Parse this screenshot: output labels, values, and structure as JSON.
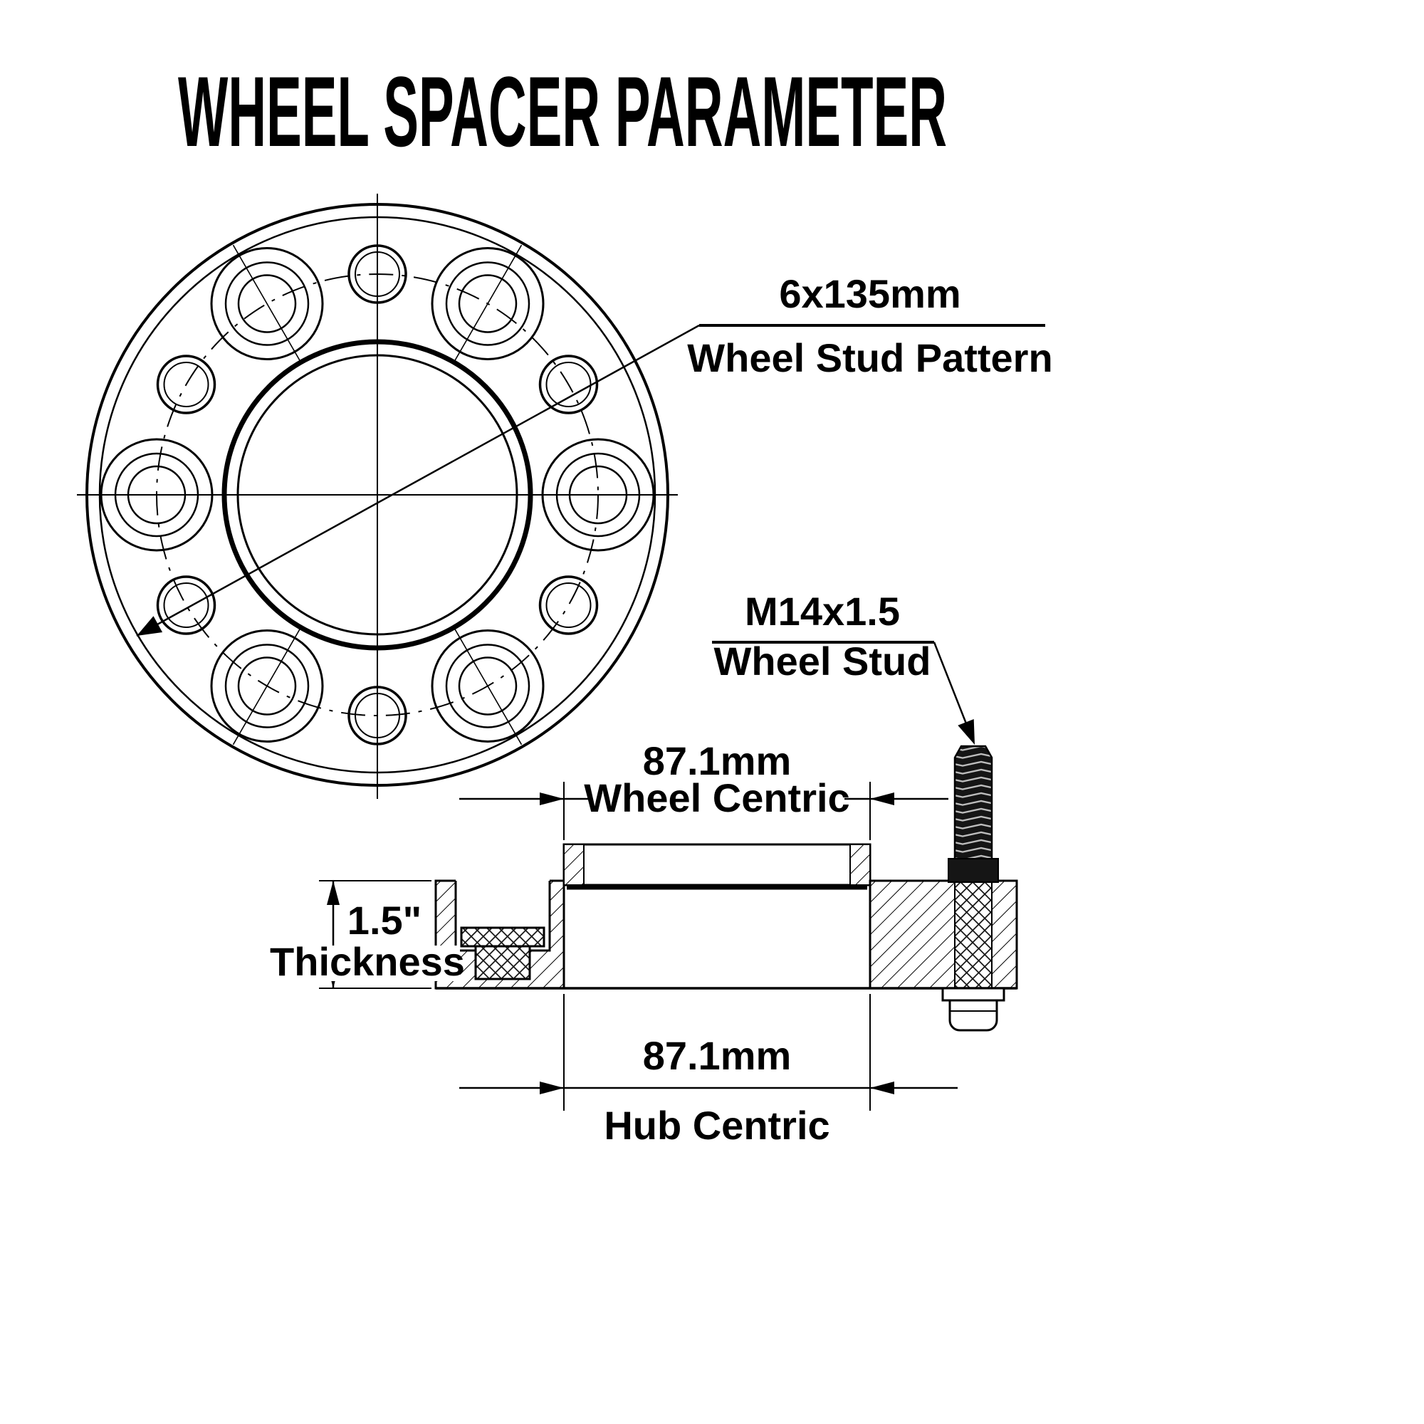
{
  "title": "WHEEL SPACER PARAMETER",
  "colors": {
    "line": "#000000",
    "background": "#ffffff",
    "stud_fill": "#151515"
  },
  "front_view": {
    "stud_pattern": {
      "value": "6x135mm",
      "label": "Wheel Stud Pattern"
    }
  },
  "side_view": {
    "wheel_stud": {
      "value": "M14x1.5",
      "label": "Wheel Stud"
    },
    "wheel_centric": {
      "value": "87.1mm",
      "label": "Wheel Centric"
    },
    "hub_centric": {
      "value": "87.1mm",
      "label": "Hub Centric"
    },
    "thickness": {
      "value": "1.5\"",
      "label": "Thickness"
    }
  }
}
